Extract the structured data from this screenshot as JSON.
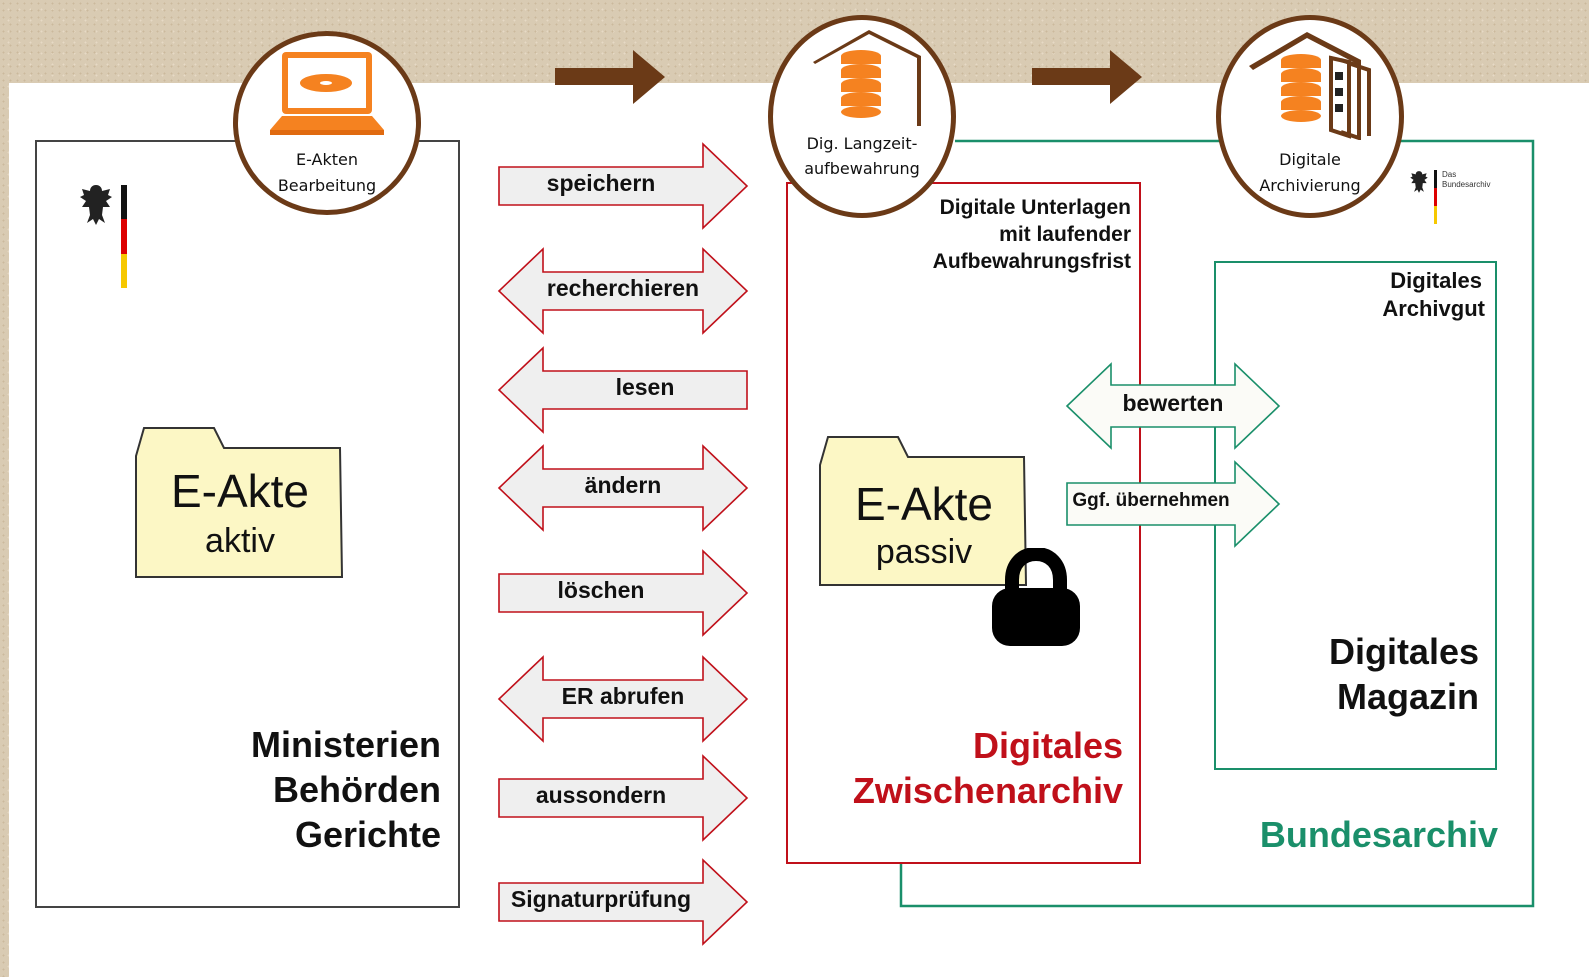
{
  "colors": {
    "red": "#c0101a",
    "green": "#1a8f6a",
    "brown": "#6b3a17",
    "gray": "#444444",
    "folder": "#fcf7c5"
  },
  "stages": [
    {
      "caption_line1": "E-Akten",
      "caption_line2": "Bearbeitung",
      "icon": "laptop-icon"
    },
    {
      "caption_line1": "Dig. Langzeit-",
      "caption_line2": "aufbewahrung",
      "icon": "storage-house-icon"
    },
    {
      "caption_line1": "Digitale",
      "caption_line2": "Archivierung",
      "icon": "archive-house-icon"
    }
  ],
  "left_box": {
    "line1": "Ministerien",
    "line2": "Behörden",
    "line3": "Gerichte"
  },
  "folder_active": {
    "title": "E-Akte",
    "sub": "aktiv"
  },
  "folder_passive": {
    "title": "E-Akte",
    "sub": "passiv"
  },
  "actions": [
    {
      "label": "speichern",
      "direction": "right"
    },
    {
      "label": "recherchieren",
      "direction": "both"
    },
    {
      "label": "lesen",
      "direction": "left"
    },
    {
      "label": "ändern",
      "direction": "both"
    },
    {
      "label": "löschen",
      "direction": "right"
    },
    {
      "label": "ER abrufen",
      "direction": "both"
    },
    {
      "label": "aussondern",
      "direction": "right"
    },
    {
      "label": "Signaturprüfung",
      "direction": "right"
    }
  ],
  "zwischen": {
    "note_line1": "Digitale Unterlagen",
    "note_line2": "mit laufender",
    "note_line3": "Aufbewahrungsfrist",
    "title_line1": "Digitales",
    "title_line2": "Zwischenarchiv"
  },
  "magazin": {
    "note_line1": "Digitales",
    "note_line2": "Archivgut",
    "title_line1": "Digitales",
    "title_line2": "Magazin"
  },
  "bundesarchiv": {
    "title": "Bundesarchiv",
    "logo_line1": "Das",
    "logo_line2": "Bundesarchiv"
  },
  "green_actions": [
    {
      "label": "bewerten",
      "direction": "both"
    },
    {
      "label": "Ggf. übernehmen",
      "direction": "right"
    }
  ]
}
